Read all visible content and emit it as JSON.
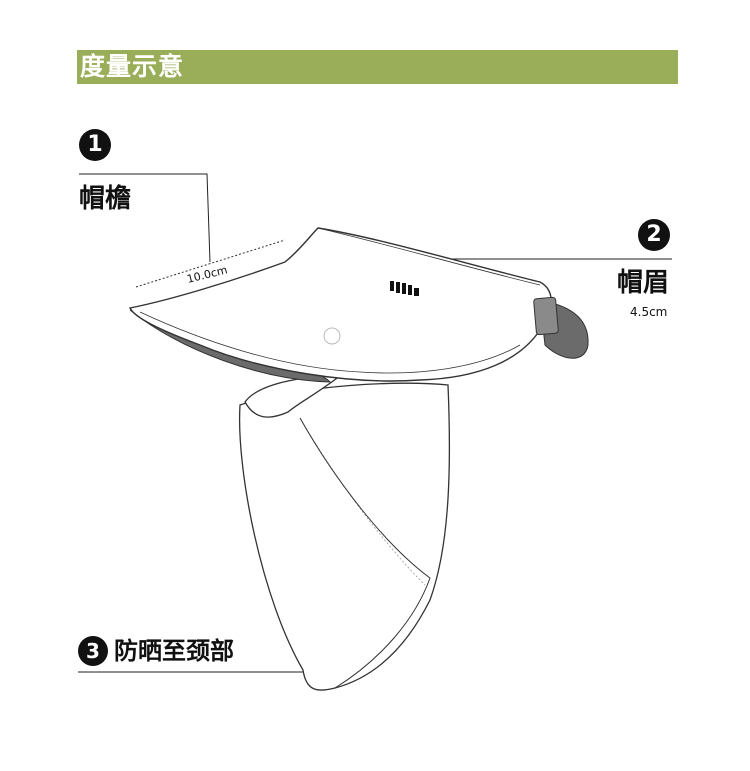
{
  "header": {
    "title": "度量示意"
  },
  "callouts": [
    {
      "number": "1",
      "label": "帽檐",
      "measurement": "10.0cm"
    },
    {
      "number": "2",
      "label": "帽眉",
      "measurement": "4.5cm"
    },
    {
      "number": "3",
      "label": "防晒至颈部"
    }
  ],
  "colors": {
    "header_bg": "#9aae5a",
    "header_text": "#ffffff",
    "line": "#333333",
    "shadow": "#6b6b6b"
  }
}
